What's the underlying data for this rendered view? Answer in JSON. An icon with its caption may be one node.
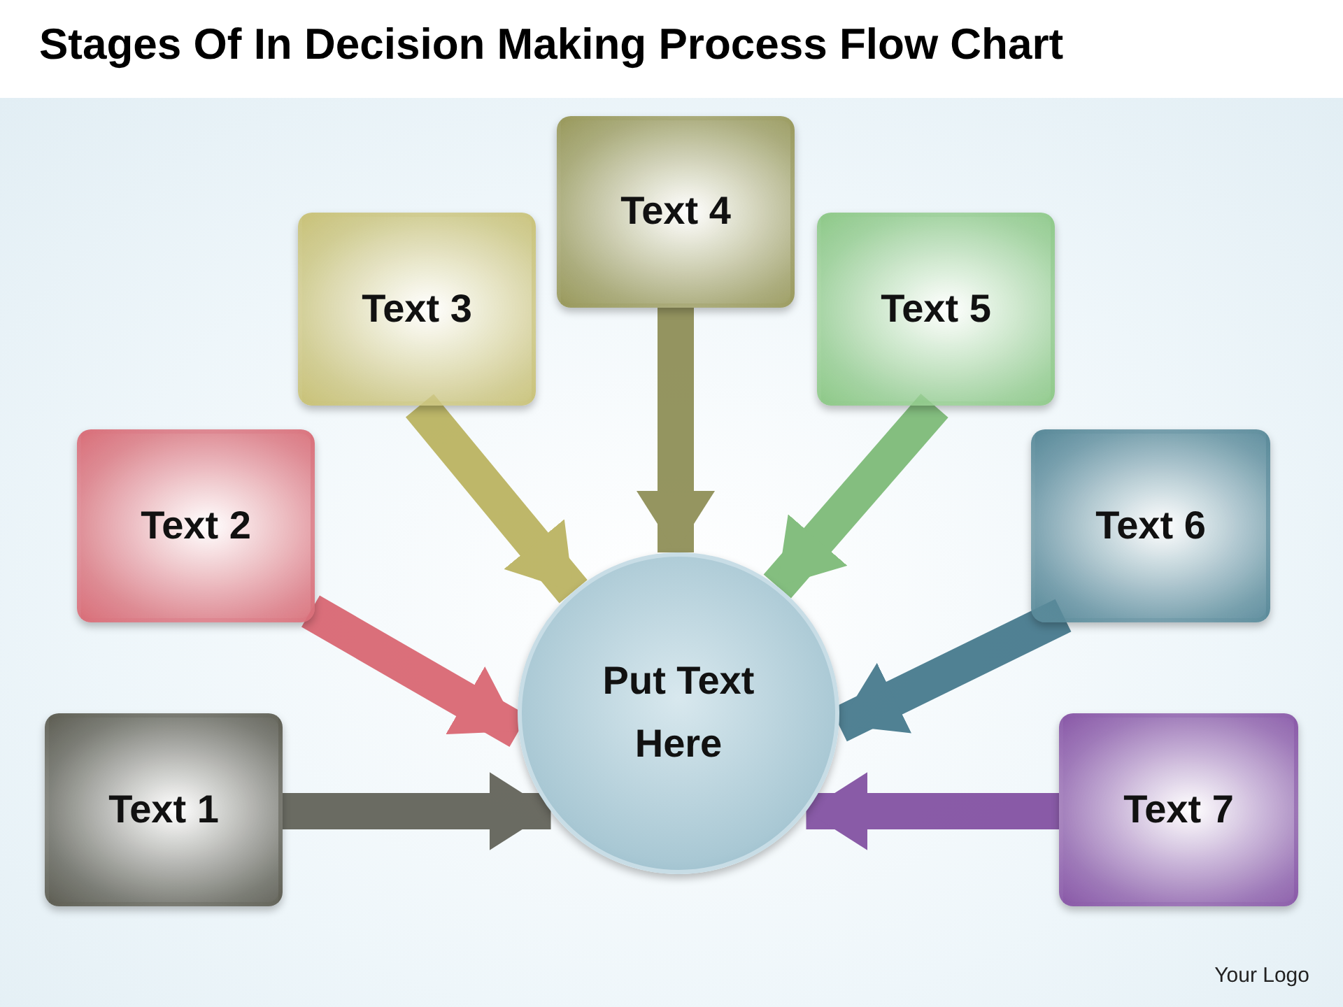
{
  "diagram": {
    "title": "Stages Of In Decision Making Process Flow Chart",
    "nodes": [
      {
        "text": [
          "Text 1"
        ]
      },
      {
        "text": [
          "Text 2"
        ]
      },
      {
        "text": [
          "Text 3"
        ]
      },
      {
        "text": [
          "Text 4"
        ]
      },
      {
        "text": [
          "Text 5"
        ]
      },
      {
        "text": [
          "Text 6"
        ]
      },
      {
        "text": [
          "Text 7"
        ]
      },
      {
        "text": [
          "Put Text Here"
        ]
      }
    ],
    "edges": [
      {
        "from": 0,
        "to": 7,
        "arrow": "to",
        "color": "#5c5c52"
      },
      {
        "from": 1,
        "to": 7,
        "arrow": "to",
        "color": "#d8606c"
      },
      {
        "from": 2,
        "to": 7,
        "arrow": "to",
        "color": "#b8b05a"
      },
      {
        "from": 3,
        "to": 7,
        "arrow": "to",
        "color": "#8a8a50"
      },
      {
        "from": 4,
        "to": 7,
        "arrow": "to",
        "color": "#78b872"
      },
      {
        "from": 5,
        "to": 7,
        "arrow": "to",
        "color": "#3f7488"
      },
      {
        "from": 6,
        "to": 7,
        "arrow": "to",
        "color": "#7e4a9e"
      }
    ],
    "labels": [
      "Your Logo"
    ]
  }
}
